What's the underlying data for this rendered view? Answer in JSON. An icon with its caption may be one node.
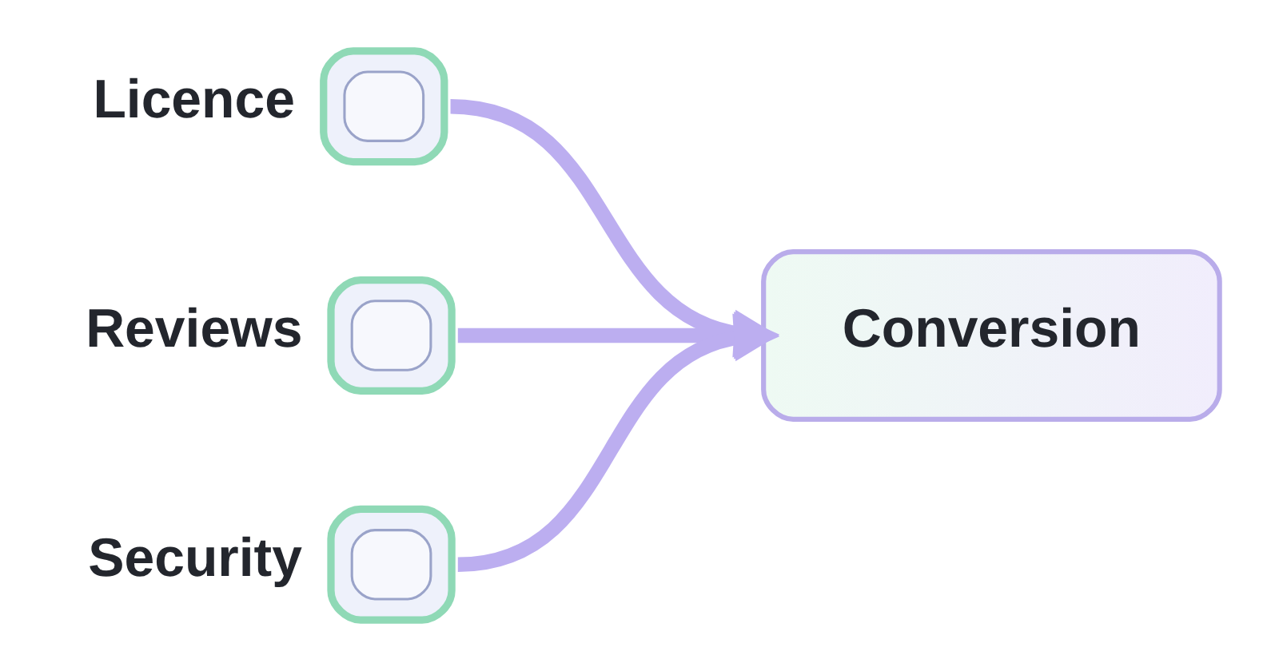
{
  "diagram": {
    "nodes": [
      {
        "text": [
          "Licence"
        ]
      },
      {
        "text": [
          "Reviews"
        ]
      },
      {
        "text": [
          "Security"
        ]
      },
      {
        "text": [
          "Conversion"
        ]
      }
    ],
    "edges": [
      {
        "from": 0,
        "to": 3,
        "arrow": "to"
      },
      {
        "from": 1,
        "to": 3,
        "arrow": "to"
      },
      {
        "from": 2,
        "to": 3,
        "arrow": "to"
      }
    ]
  }
}
